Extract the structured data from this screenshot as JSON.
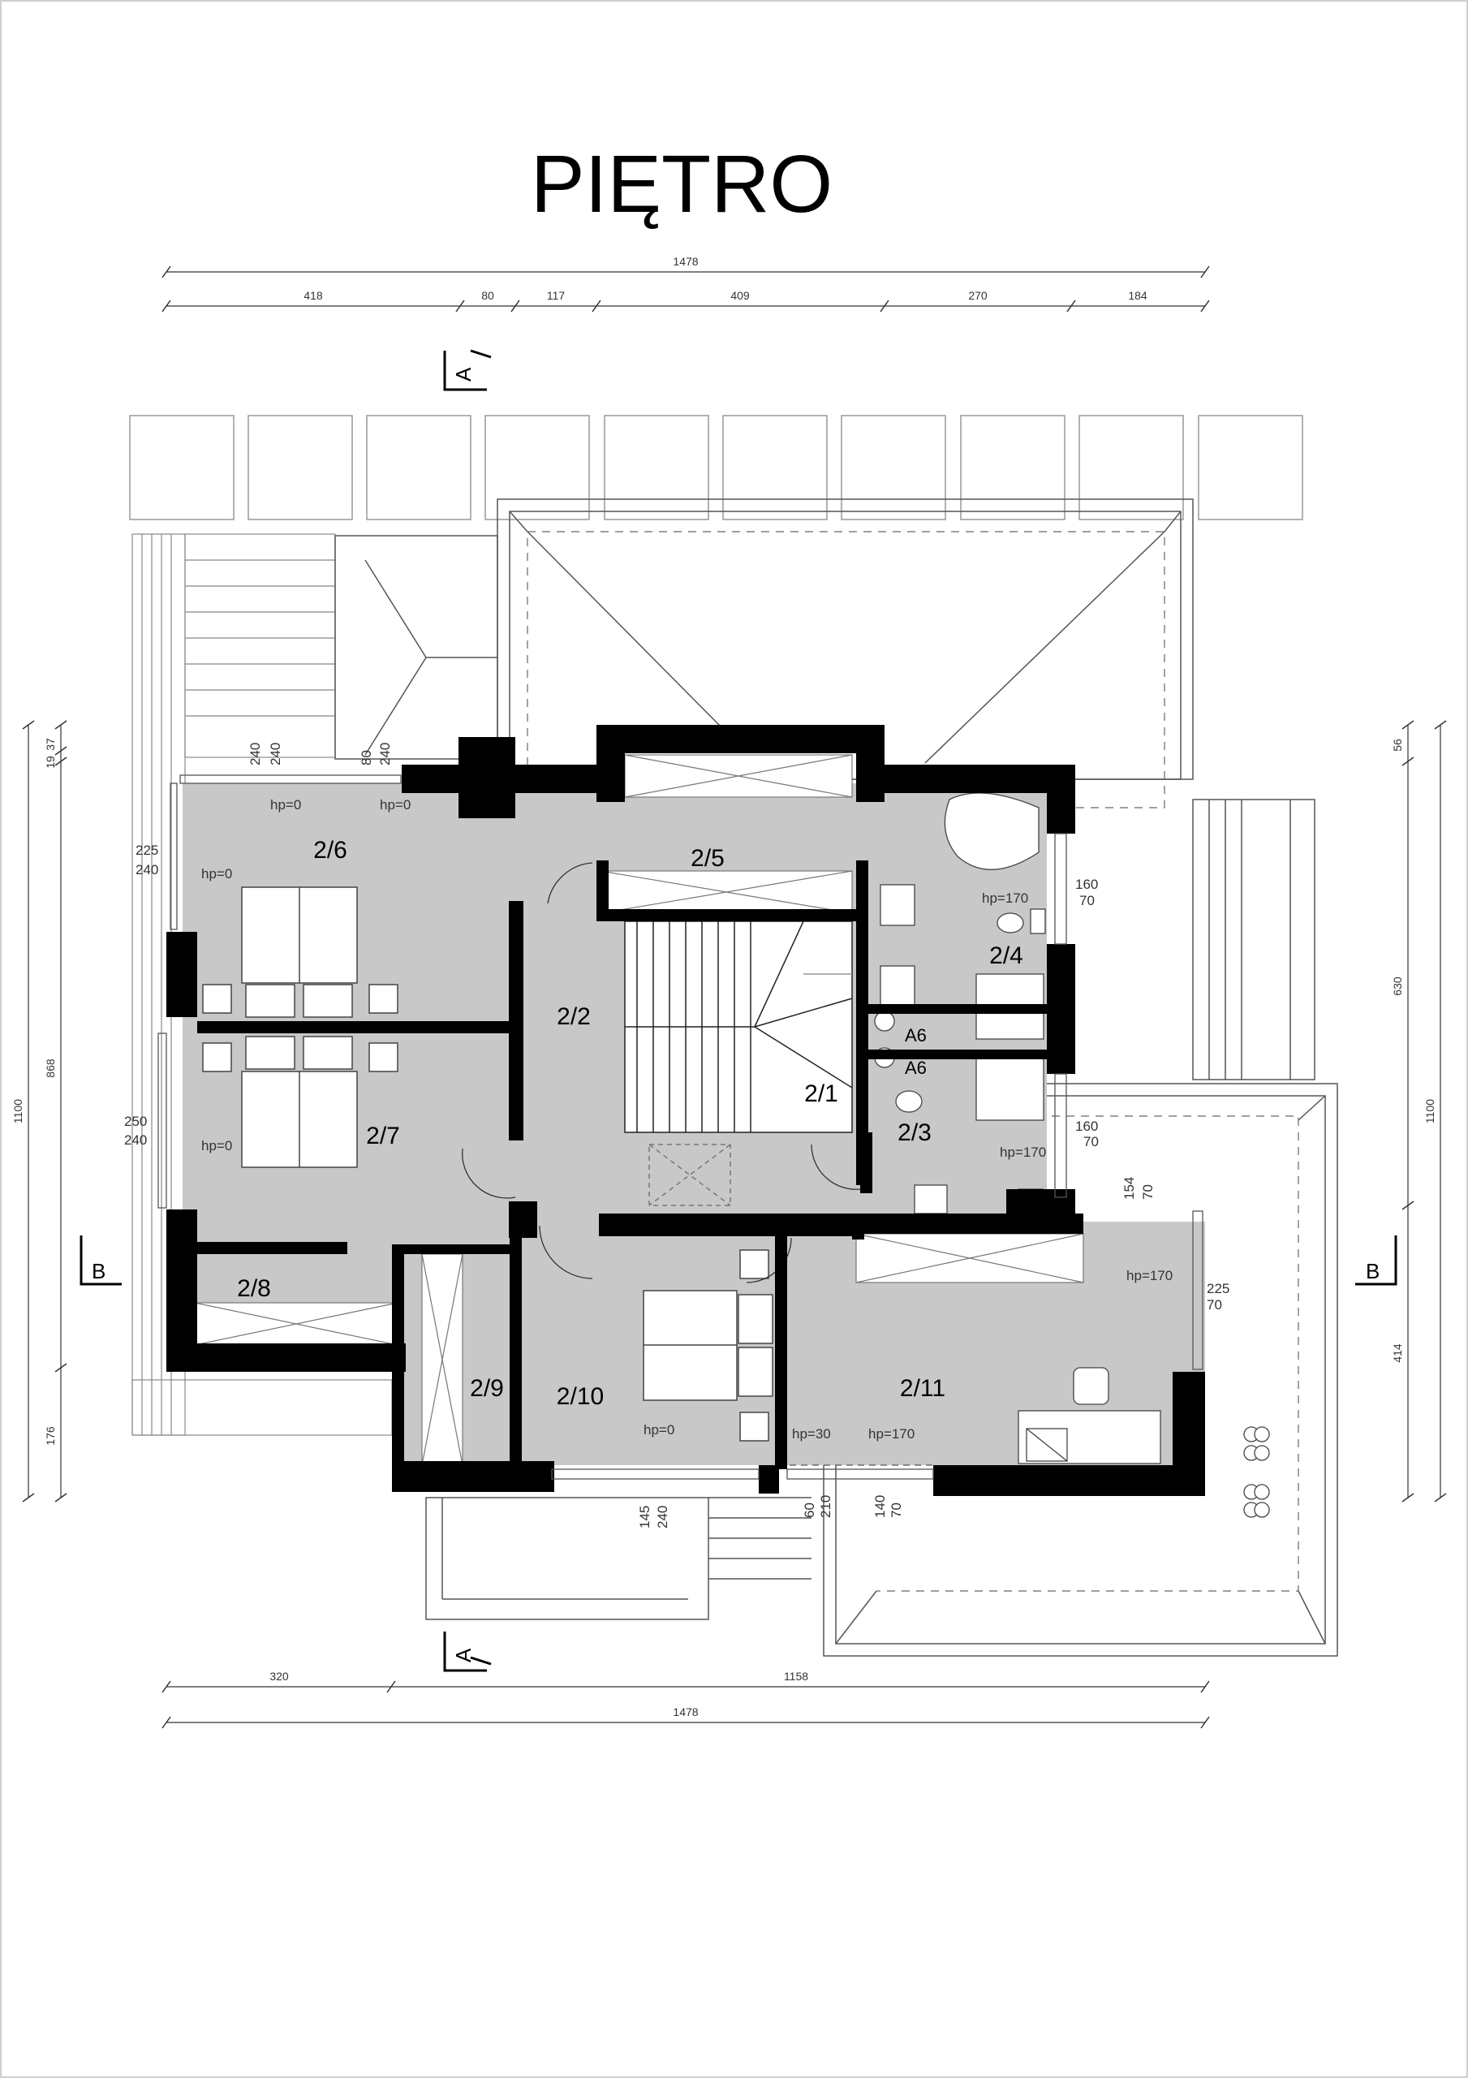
{
  "title": "PIĘTRO",
  "section_marks": {
    "a": "A",
    "b": "B"
  },
  "dimensions": {
    "top_total": "1478",
    "top_segments": [
      "418",
      "80",
      "117",
      "409",
      "270",
      "184"
    ],
    "bottom_segments": [
      "320",
      "1158"
    ],
    "bottom_total": "1478",
    "left_total": "1100",
    "left_segments": [
      "37",
      "19",
      "868",
      "176"
    ],
    "right_total": "1100",
    "right_segments": [
      "56",
      "630",
      "414"
    ]
  },
  "rooms": {
    "r21": "2/1",
    "r22": "2/2",
    "r23": "2/3",
    "r24": "2/4",
    "r25": "2/5",
    "r26": "2/6",
    "r27": "2/7",
    "r28": "2/8",
    "r29": "2/9",
    "r210": "2/10",
    "r211": "2/11"
  },
  "hp_labels": {
    "hp0": "hp=0",
    "hp30": "hp=30",
    "hp170": "hp=170"
  },
  "window_labels": {
    "w240": "240",
    "w80": "80",
    "w225": "225",
    "w250": "250",
    "w160": "160",
    "w70": "70",
    "w154": "154",
    "w145": "145",
    "w60": "60",
    "w210": "210",
    "w140": "140"
  },
  "vent_labels": {
    "a6": "A6"
  },
  "colors": {
    "wall": "#000000",
    "room_fill": "#c8c8c8",
    "line": "#444444",
    "light_line": "#9a9a9a"
  }
}
